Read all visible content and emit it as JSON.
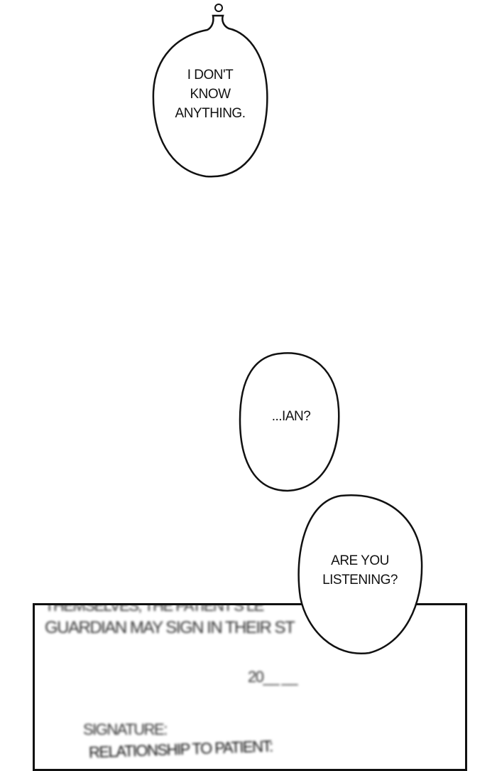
{
  "bubbles": [
    {
      "lines": [
        "I DON'T",
        "KNOW",
        "ANYTHING."
      ]
    },
    {
      "lines": [
        "...IAN?"
      ]
    },
    {
      "lines": [
        "ARE YOU",
        "LISTENING?"
      ]
    }
  ],
  "document": {
    "line_top": "THEMSELVES, THE PATIENT'S LE",
    "line_guardian": "GUARDIAN MAY SIGN IN THEIR ST",
    "date": "20__ __",
    "signature": "SIGNATURE:",
    "relationship": "RELATIONSHIP TO PATIENT:"
  }
}
